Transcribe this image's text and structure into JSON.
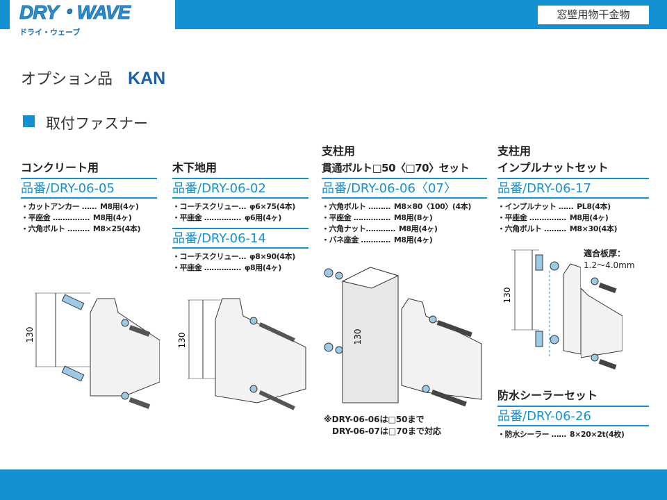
{
  "header": {
    "logo_text": "DRY・WAVE",
    "logo_sub": "ドライ・ウェーブ",
    "category": "窓壁用物干金物"
  },
  "page": {
    "title": "オプション品",
    "model": "KAN",
    "section": "取付ファスナー"
  },
  "columns": [
    {
      "title": [
        "コンクリート用"
      ],
      "parts": [
        {
          "number": "品番/DRY-06-05",
          "items": [
            {
              "name": "・カットアンカー ……",
              "value": "M8用(4ヶ)"
            },
            {
              "name": "・平座金 ……………",
              "value": "M8用(4ヶ)"
            },
            {
              "name": "・六角ボルト ………",
              "value": "M8×25(4本)"
            }
          ]
        }
      ],
      "dimension": "130"
    },
    {
      "title": [
        "木下地用"
      ],
      "parts": [
        {
          "number": "品番/DRY-06-02",
          "items": [
            {
              "name": "・コーチスクリュー…",
              "value": "φ6×75(4本)"
            },
            {
              "name": "・平座金 ……………",
              "value": "φ6用(4ヶ)"
            }
          ]
        },
        {
          "number": "品番/DRY-06-14",
          "items": [
            {
              "name": "・コーチスクリュー…",
              "value": "φ8×90(4本)"
            },
            {
              "name": "・平座金 ……………",
              "value": "φ8用(4ヶ)"
            }
          ]
        }
      ],
      "dimension": "130"
    },
    {
      "title": [
        "支柱用",
        "貫通ボルト□50〈□70〉セット"
      ],
      "parts": [
        {
          "number": "品番/DRY-06-06〈07〉",
          "items": [
            {
              "name": "・六角ボルト ………",
              "value": "M8×80〈100〉(4本)"
            },
            {
              "name": "・平座金 ……………",
              "value": "M8用(8ヶ)"
            },
            {
              "name": "・六角ナット…………",
              "value": "M8用(4ヶ)"
            },
            {
              "name": "・バネ座金 …………",
              "value": "M8用(4ヶ)"
            }
          ]
        }
      ],
      "dimension": "130",
      "note": [
        "※DRY-06-06は□50まで",
        "DRY-06-07は□70まで対応"
      ]
    },
    {
      "title": [
        "支柱用",
        "インプルナットセット"
      ],
      "parts": [
        {
          "number": "品番/DRY-06-17",
          "items": [
            {
              "name": "・インプルナット ……",
              "value": "PL8(4本)"
            },
            {
              "name": "・平座金 ……………",
              "value": "M8用(4ヶ)"
            },
            {
              "name": "・六角ボルト ………",
              "value": "M8×30(4本)"
            }
          ]
        }
      ],
      "dimension": "130",
      "thickness_label": "適合板厚：",
      "thickness_value": "1.2〜4.0mm"
    },
    {
      "title": [
        "防水シーラーセット"
      ],
      "parts": [
        {
          "number": "品番/DRY-06-26",
          "items": [
            {
              "name": "・防水シーラー ……",
              "value": "8×20×2t(4枚)"
            }
          ]
        }
      ]
    }
  ],
  "colors": {
    "accent": "#1491d3",
    "title_blue": "#1a5fa8"
  }
}
